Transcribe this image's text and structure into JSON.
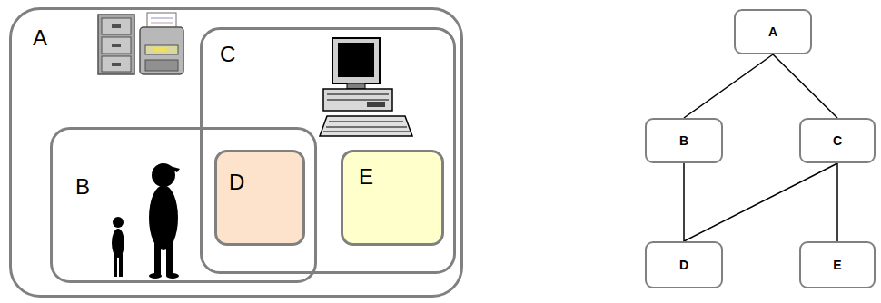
{
  "diagram": {
    "nodes": [
      {
        "text": [
          "A"
        ]
      },
      {
        "text": [
          "B"
        ],
        "in": 0
      },
      {
        "text": [
          "C"
        ],
        "in": 0
      },
      {
        "text": [
          "D"
        ],
        "in": 2
      },
      {
        "text": [
          "E"
        ],
        "in": 2
      },
      {
        "text": [
          "A"
        ]
      },
      {
        "text": [
          "B"
        ]
      },
      {
        "text": [
          "C"
        ]
      },
      {
        "text": [
          "D"
        ]
      },
      {
        "text": [
          "E"
        ]
      }
    ],
    "edges": [
      {
        "from": 5,
        "to": 6,
        "arrow": "none"
      },
      {
        "from": 5,
        "to": 7,
        "arrow": "none"
      },
      {
        "from": 6,
        "to": 8,
        "arrow": "none"
      },
      {
        "from": 7,
        "to": 8,
        "arrow": "none"
      },
      {
        "from": 7,
        "to": 9,
        "arrow": "none"
      }
    ]
  }
}
